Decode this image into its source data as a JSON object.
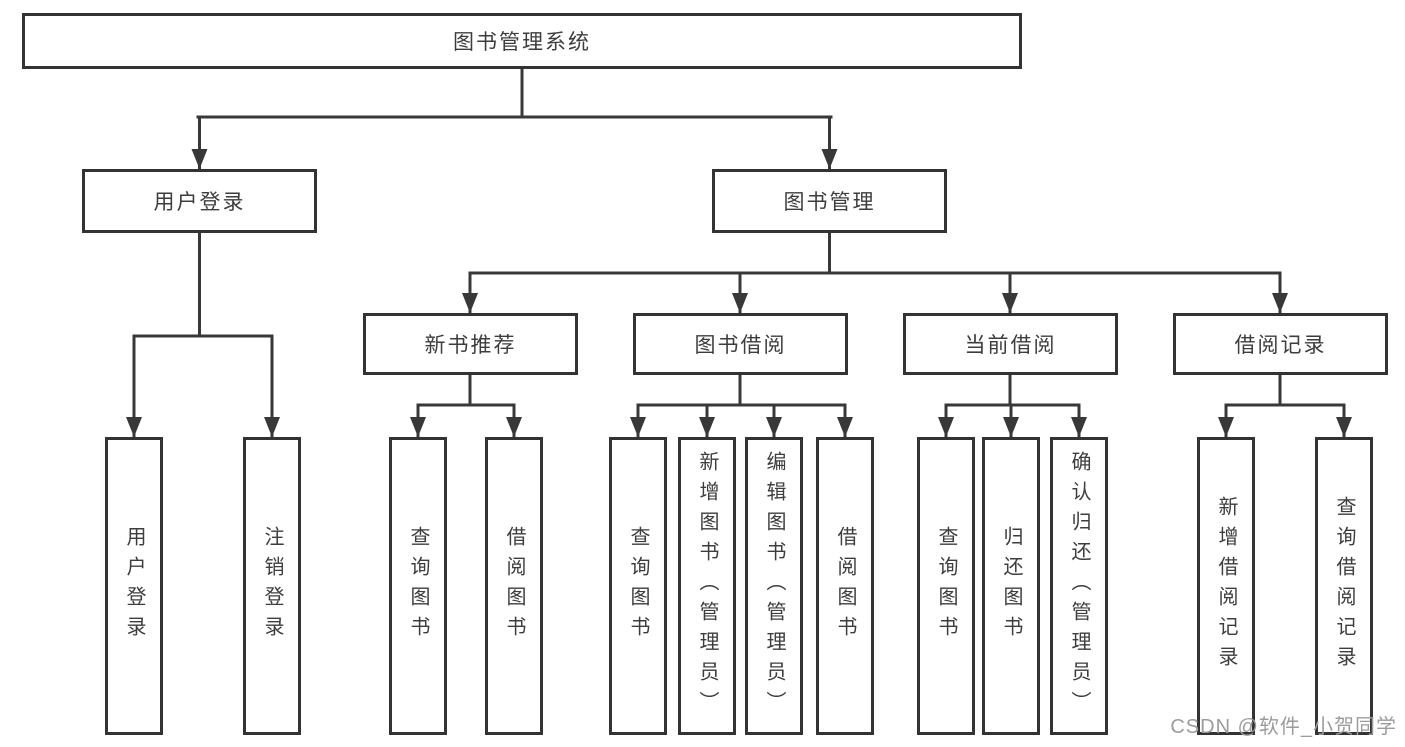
{
  "diagram": {
    "root": {
      "label": "图书管理系统"
    },
    "level2": [
      {
        "id": "user-login",
        "label": "用户登录"
      },
      {
        "id": "book-management",
        "label": "图书管理"
      }
    ],
    "level3": [
      {
        "id": "new-book-recommend",
        "label": "新书推荐",
        "parent": "图书管理"
      },
      {
        "id": "book-borrow",
        "label": "图书借阅",
        "parent": "图书管理"
      },
      {
        "id": "current-borrow",
        "label": "当前借阅",
        "parent": "图书管理"
      },
      {
        "id": "borrow-records",
        "label": "借阅记录",
        "parent": "图书管理"
      }
    ],
    "leaves": [
      {
        "id": "user-login-leaf",
        "label": "用户登录",
        "parent": "用户登录"
      },
      {
        "id": "logout",
        "label": "注销登录",
        "parent": "用户登录"
      },
      {
        "id": "query-books-recommend",
        "label": "查询图书",
        "parent": "新书推荐"
      },
      {
        "id": "borrow-books-recommend",
        "label": "借阅图书",
        "parent": "新书推荐"
      },
      {
        "id": "query-books-borrow",
        "label": "查询图书",
        "parent": "图书借阅"
      },
      {
        "id": "add-books-admin",
        "label": "新增图书（管理员）",
        "parent": "图书借阅"
      },
      {
        "id": "edit-books-admin",
        "label": "编辑图书（管理员）",
        "parent": "图书借阅"
      },
      {
        "id": "borrow-books",
        "label": "借阅图书",
        "parent": "图书借阅"
      },
      {
        "id": "query-books-current",
        "label": "查询图书",
        "parent": "当前借阅"
      },
      {
        "id": "return-books",
        "label": "归还图书",
        "parent": "当前借阅"
      },
      {
        "id": "confirm-return-admin",
        "label": "确认归还（管理员）",
        "parent": "当前借阅"
      },
      {
        "id": "add-borrow-record",
        "label": "新增借阅记录",
        "parent": "借阅记录"
      },
      {
        "id": "query-borrow-record",
        "label": "查询借阅记录",
        "parent": "借阅记录"
      }
    ]
  },
  "watermark": {
    "text": "CSDN @软件_小贺同学"
  },
  "colors": {
    "line": "#383838",
    "box_border": "#333333",
    "text": "#3d3d3d",
    "watermark": "#9c9c9c",
    "background": "#ffffff"
  }
}
